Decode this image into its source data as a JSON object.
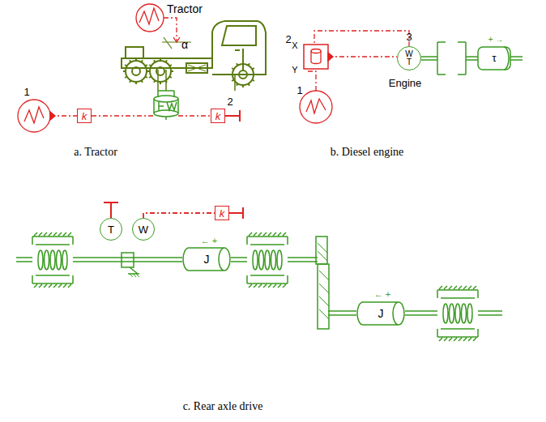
{
  "diagram": {
    "caption": "c. Rear axle drive",
    "nodes": [
      {
        "text": [
          "k"
        ]
      },
      {
        "text": [
          "k"
        ]
      },
      {
        "text": [
          "W",
          "T"
        ]
      },
      {
        "text": [
          "T"
        ]
      },
      {
        "text": [
          "W"
        ]
      },
      {
        "text": [
          "k"
        ]
      },
      {
        "text": [
          "J"
        ]
      },
      {
        "text": [
          "J"
        ]
      }
    ],
    "edges": [
      {
        "from": 4,
        "to": 5,
        "arrow": "none"
      }
    ],
    "labels": [
      "Tractor",
      "α",
      "1",
      "2",
      "a. Tractor",
      "X",
      "Y",
      "2",
      "1",
      "3",
      "Engine",
      "τ",
      "+ →",
      "b. Diesel engine",
      "← +",
      "← +"
    ]
  }
}
